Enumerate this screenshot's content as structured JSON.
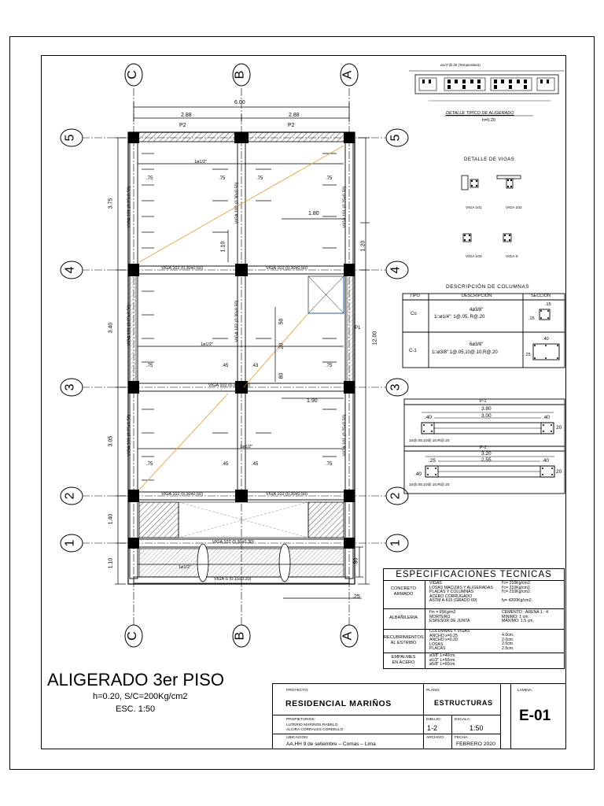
{
  "drawing": {
    "title": "ALIGERADO 3er PISO",
    "subtitle": "h=0.20, S/C=200Kg/cm2",
    "scale_note": "ESC. 1:50"
  },
  "axes": {
    "columns": [
      "C",
      "B",
      "A"
    ],
    "rows": [
      "5",
      "4",
      "3",
      "2",
      "1"
    ]
  },
  "dims": {
    "top_total": "6.00",
    "top_left": "2.88",
    "top_right": "2.88",
    "left": [
      "3.75",
      "3.40",
      "3.05",
      "1.40",
      "1.10"
    ],
    "right_total": "12.00",
    "right_120": "1.20",
    "right_90": ".90",
    "right_25": ".25",
    "d180": "1.80",
    "d190": "1.90",
    "d110": "1.10",
    "d50": "50",
    "d20": "20",
    "d80": "80"
  },
  "plan_labels": {
    "p2": "P2",
    "p1": "P1",
    "viga_102": "VIGA 102 (0.30x0.50)",
    "viga_102b": "VIGA 102 (0.30x0.30)",
    "viga_101": "VIGA 101 (0.25x0.50)",
    "viga_s": "VIGA S (0.15x0.20)",
    "bar_half": "1ø1/2\"",
    "bar_mid": "1ø1/2\"",
    "v75": ".75",
    "v45": ".45",
    "v43": ".43"
  },
  "detalle_aligerado": {
    "title": "DETALLE TIPICO DE ALIGERADO",
    "h": "h=0.20",
    "note": "ø1/4\"@.25 (Temperatura)"
  },
  "detalle_vigas": {
    "title": "DETALLE DE VIGAS",
    "labels": [
      "VIGA 101",
      "VIGA 102",
      "VIGA 103",
      "VIGA S"
    ]
  },
  "columnas": {
    "title": "DESCRIPCIÓN DE COLUMNAS",
    "headers": [
      "TIPO",
      "DESCRIPCIÓN",
      "SECCIÓN"
    ],
    "rows": [
      {
        "tipo": "Co",
        "line1": "4ø3/8\"",
        "line2": "1□ø1/4\": 1@.05, R@.20",
        "dim_a": ".15",
        "dim_b": ".15"
      },
      {
        "tipo": "C-1",
        "line1": "6ø3/8\"",
        "line2": "1□ø3/8\":1@.05,10@.10,R@.20",
        "dim_a": ".40",
        "dim_b": ".25"
      }
    ]
  },
  "placas": {
    "p1": {
      "label": "P-1",
      "total": "3.80",
      "inner": "3.00",
      "left": ".40",
      "right": ".40",
      "h": "20",
      "note": "10@.05,10@.10,R@.20"
    },
    "p2": {
      "label": "P-2",
      "total": "3.20",
      "inner": "2.55",
      "left": ".25",
      "right": ".40",
      "h": ".40",
      "h2": "20",
      "note": "10@.05,10@.10,R@.20"
    }
  },
  "especificaciones": {
    "title": "ESPECIFICACIONES TECNICAS",
    "sections": [
      {
        "cat": [
          "CONCRETO",
          "ARMADO"
        ],
        "left": [
          "VIGAS",
          "LOSAS MACIZAS Y ALIGERADAS",
          "PLACAS Y COLUMNAS",
          "ACERO CORRUGADO",
          "ASTM A-615 (GRADO 60)"
        ],
        "right": [
          "f'c= 210Kg/cm2.",
          "f'c= 210Kg/cm2.",
          "f'c= 210Kg/cm2.",
          "",
          "fy= 4200Kg/cm2."
        ]
      },
      {
        "cat": [
          "ALBAÑILERIA"
        ],
        "left": [
          "f'm = 65Kg/m2",
          "MORTERO",
          "ESPESOR DE JUNTA"
        ],
        "right": [
          "",
          "CEMENTO : ARENA  1 : 4",
          "MINIMO: 1 cm.",
          "MÁXIMO: 1.5 cm."
        ]
      },
      {
        "cat": [
          "RECUBRIMIENTOS",
          "AL ESTRIBO"
        ],
        "left": [
          "COLUMNAS Y VIGAS",
          "ANCHO  x=0.25",
          "ANCHO  x=0.20",
          "LOSAS",
          "PLACAS"
        ],
        "right": [
          "4.0cm.",
          "2.0cm.",
          "2.0cm.",
          "2.5cm."
        ]
      },
      {
        "cat": [
          "EMPALMES",
          "EN ACERO"
        ],
        "left": [
          "ø3/8\"  L=40cm.",
          "ø1/2\"  L=50cm.",
          "ø5/8\"  L=60cm."
        ],
        "right": []
      }
    ]
  },
  "title_block": {
    "proyecto_label": "PROYECTO:",
    "proyecto": "RESIDENCIAL MARIÑOS",
    "propietarios_label": "PROPIETARIOS:",
    "propietario_1": "LUTERIO MARIÑOS RABELO",
    "propietario_2": "ALCIRA CORRALES CORDELLO",
    "ubicacion_label": "UBICACION:",
    "ubicacion": "AA.HH 9 de setiembre – Comas – Lima",
    "plano_label": "PLANO:",
    "plano": "ESTRUCTURAS",
    "dibujo_label": "DIBUJO:",
    "dibujo": "1-2",
    "escala_label": "ESCALA:",
    "escala": "1:50",
    "archivo_label": "ARCHIVO:",
    "fecha_label": "FECHA:",
    "fecha": "FEBRERO 2020",
    "lamina_label": "LAMINA:",
    "lamina": "E-01"
  }
}
